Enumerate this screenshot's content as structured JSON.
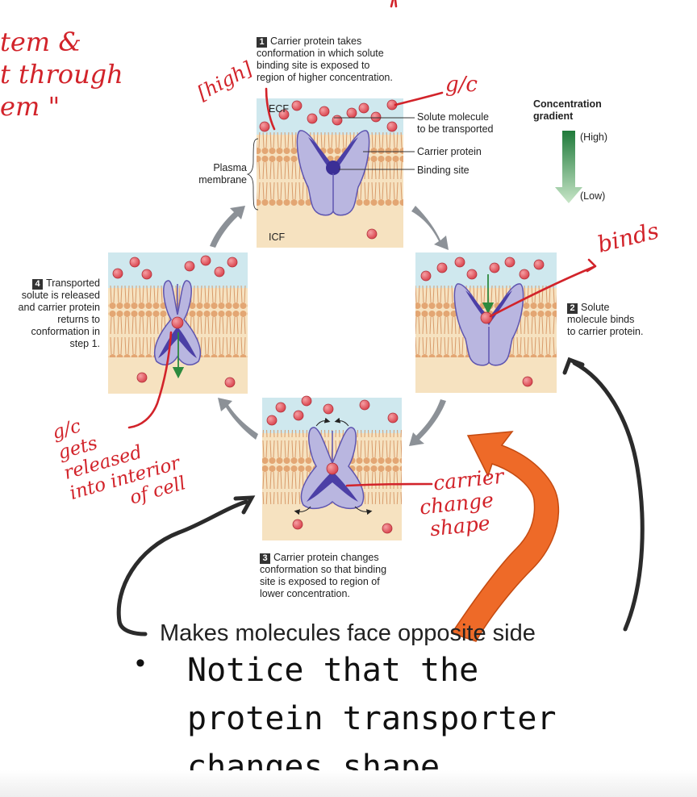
{
  "step1": {
    "num": "1",
    "text": [
      "Carrier protein takes",
      "conformation in which solute",
      "binding site is exposed to",
      "region of higher concentration."
    ]
  },
  "step2": {
    "num": "2",
    "text": [
      "Solute",
      "molecule binds",
      "to carrier protein."
    ]
  },
  "step3": {
    "num": "3",
    "text": [
      "Carrier protein changes",
      "conformation so that binding",
      "site is exposed to region of",
      "lower concentration."
    ]
  },
  "step4": {
    "num": "4",
    "text": [
      "Transported",
      "solute is released",
      "and carrier protein",
      "returns to",
      "conformation in",
      "step 1."
    ]
  },
  "labels": {
    "ecf": "ECF",
    "icf": "ICF",
    "plasma_membrane": [
      "Plasma",
      "membrane"
    ],
    "solute_molecule": [
      "Solute molecule",
      "to be transported"
    ],
    "carrier_protein": "Carrier protein",
    "binding_site": "Binding site"
  },
  "gradient": {
    "title": [
      "Concentration",
      "gradient"
    ],
    "high": "(High)",
    "low": "(Low)"
  },
  "handwriting": {
    "top_left": [
      "tem &",
      "t through",
      "em \""
    ],
    "high": "[high]",
    "glc": "g/c",
    "binds": "binds",
    "carrier_change": [
      "carrier",
      "change",
      "shape"
    ],
    "glc_released": [
      "g/c",
      "gets",
      "released",
      "into interior",
      "of cell"
    ]
  },
  "caption": "Makes molecules face opposite side",
  "bullet": [
    "Notice that the",
    "protein transporter",
    "changes shape"
  ],
  "colors": {
    "ecf": "#cfe8ee",
    "icf": "#f6e2c0",
    "lipid": "#e0a070",
    "protein": "#b9b6e0",
    "protein_dark": "#4b3fa6",
    "solute": "#e0505a",
    "ink_red": "#d2232a",
    "orange": "#ee6a28",
    "gray_arrow": "#8c9197"
  }
}
